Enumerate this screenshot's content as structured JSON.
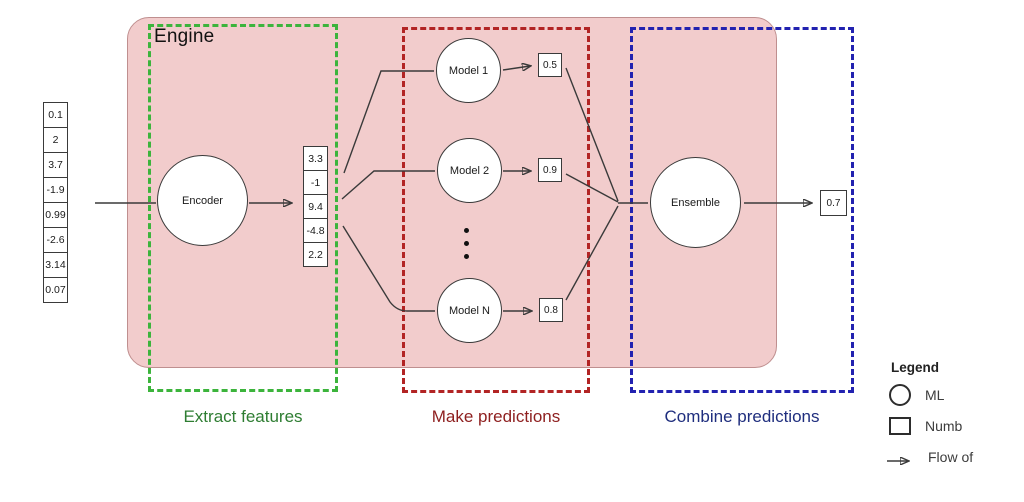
{
  "diagram": {
    "engine_label": "Engine",
    "input_vector": [
      "0.1",
      "2",
      "3.7",
      "-1.9",
      "0.99",
      "-2.6",
      "3.14",
      "0.07"
    ],
    "encoder_label": "Encoder",
    "feature_vector": [
      "3.3",
      "-1",
      "9.4",
      "-4.8",
      "2.2"
    ],
    "models": [
      {
        "label": "Model 1",
        "output": "0.5"
      },
      {
        "label": "Model 2",
        "output": "0.9"
      },
      {
        "label": "Model N",
        "output": "0.8"
      }
    ],
    "ensemble_label": "Ensemble",
    "final_output": "0.7",
    "stages": [
      {
        "label": "Extract features"
      },
      {
        "label": "Make predictions"
      },
      {
        "label": "Combine predictions"
      }
    ]
  },
  "legend": {
    "title": "Legend",
    "items": [
      {
        "icon": "circle-icon",
        "label": "ML"
      },
      {
        "icon": "square-icon",
        "label": "Numb"
      },
      {
        "icon": "arrow-icon",
        "label": "Flow of"
      }
    ]
  },
  "colors": {
    "engine_fill": "#f2cccc",
    "engine_border": "#bf8f8f",
    "extract_dash": "#3cb43c",
    "extract_text": "#2e7d32",
    "predict_dash": "#b22424",
    "predict_text": "#8e1f1f",
    "combine_dash": "#2222b0",
    "combine_text": "#1f2e7e",
    "connector": "#3a3a3a"
  }
}
